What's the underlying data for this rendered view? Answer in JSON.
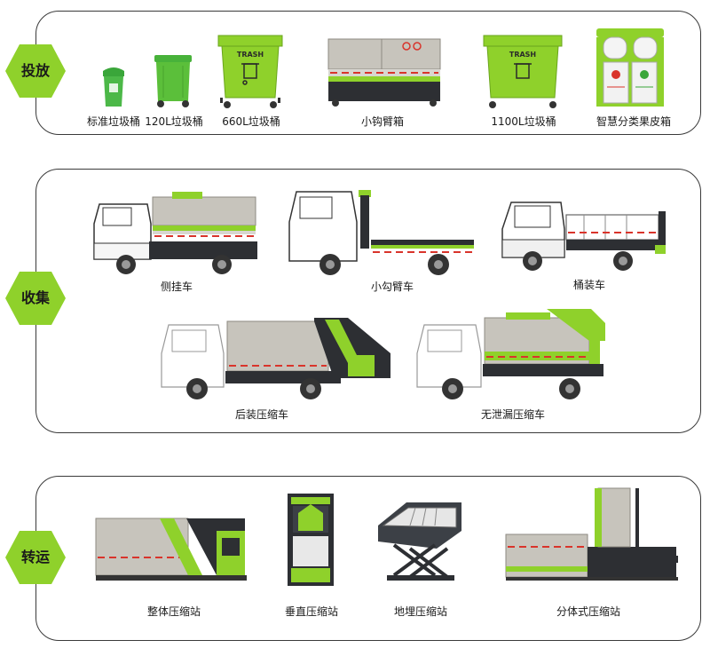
{
  "sections": [
    {
      "title": "投放",
      "items": [
        "标准垃圾桶",
        "120L垃圾桶",
        "660L垃圾桶",
        "小钩臂箱",
        "1100L垃圾桶",
        "智慧分类果皮箱"
      ]
    },
    {
      "title": "收集",
      "items": [
        "侧挂车",
        "小勾臂车",
        "桶装车",
        "后装压缩车",
        "无泄漏压缩车"
      ]
    },
    {
      "title": "转运",
      "items": [
        "整体压缩站",
        "垂直压缩站",
        "地埋压缩站",
        "分体式压缩站"
      ]
    }
  ],
  "bin_lid_text": "TRASH",
  "colors": {
    "accent_green": "#8fd12b",
    "bin_green": "#5bbf3a",
    "dark": "#2d2f33",
    "body_gray": "#bfbcb4",
    "stripe_red": "#d9342b"
  }
}
